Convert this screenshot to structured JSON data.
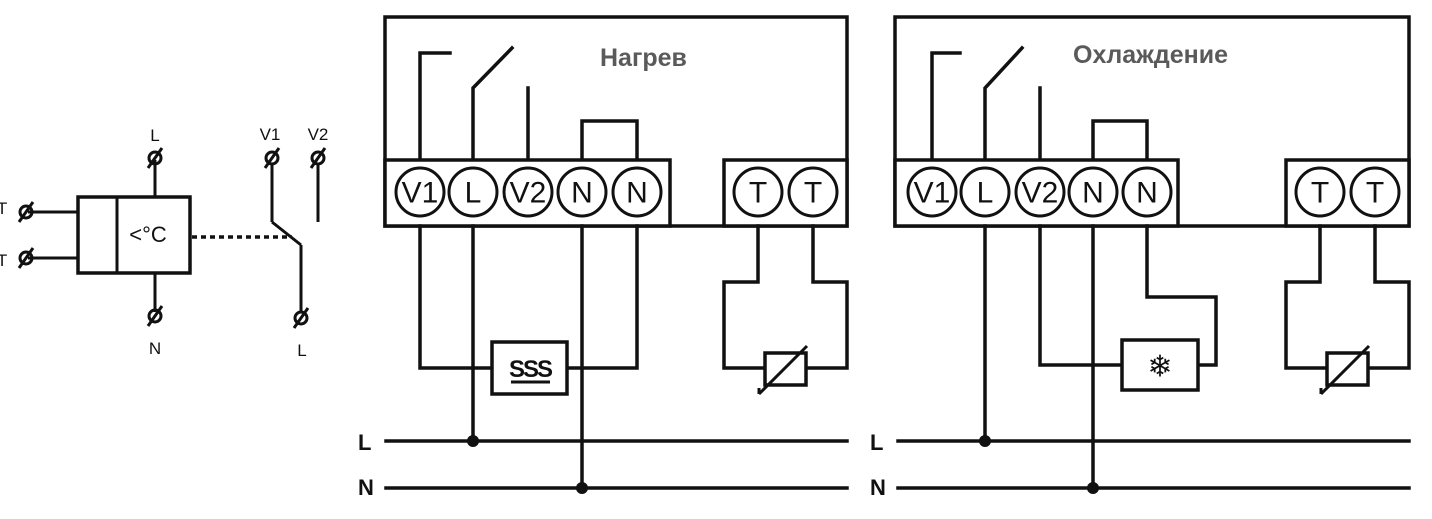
{
  "schematic": {
    "terminal_L": "L",
    "terminal_N": "N",
    "terminal_V1": "V1",
    "terminal_V2": "V2",
    "terminal_T": "T",
    "sensor_symbol": "<°C"
  },
  "panels": [
    {
      "title": "Нагрев",
      "terminals": [
        "V1",
        "L",
        "V2",
        "N",
        "N"
      ],
      "sensor_terminals": [
        "T",
        "T"
      ],
      "load_symbol": "SSS",
      "load_icon": "heater-icon"
    },
    {
      "title": "Охлаждение",
      "terminals": [
        "V1",
        "L",
        "V2",
        "N",
        "N"
      ],
      "sensor_terminals": [
        "T",
        "T"
      ],
      "load_symbol": "❄",
      "load_icon": "snowflake-icon"
    }
  ],
  "bus": {
    "L": "L",
    "N": "N"
  }
}
